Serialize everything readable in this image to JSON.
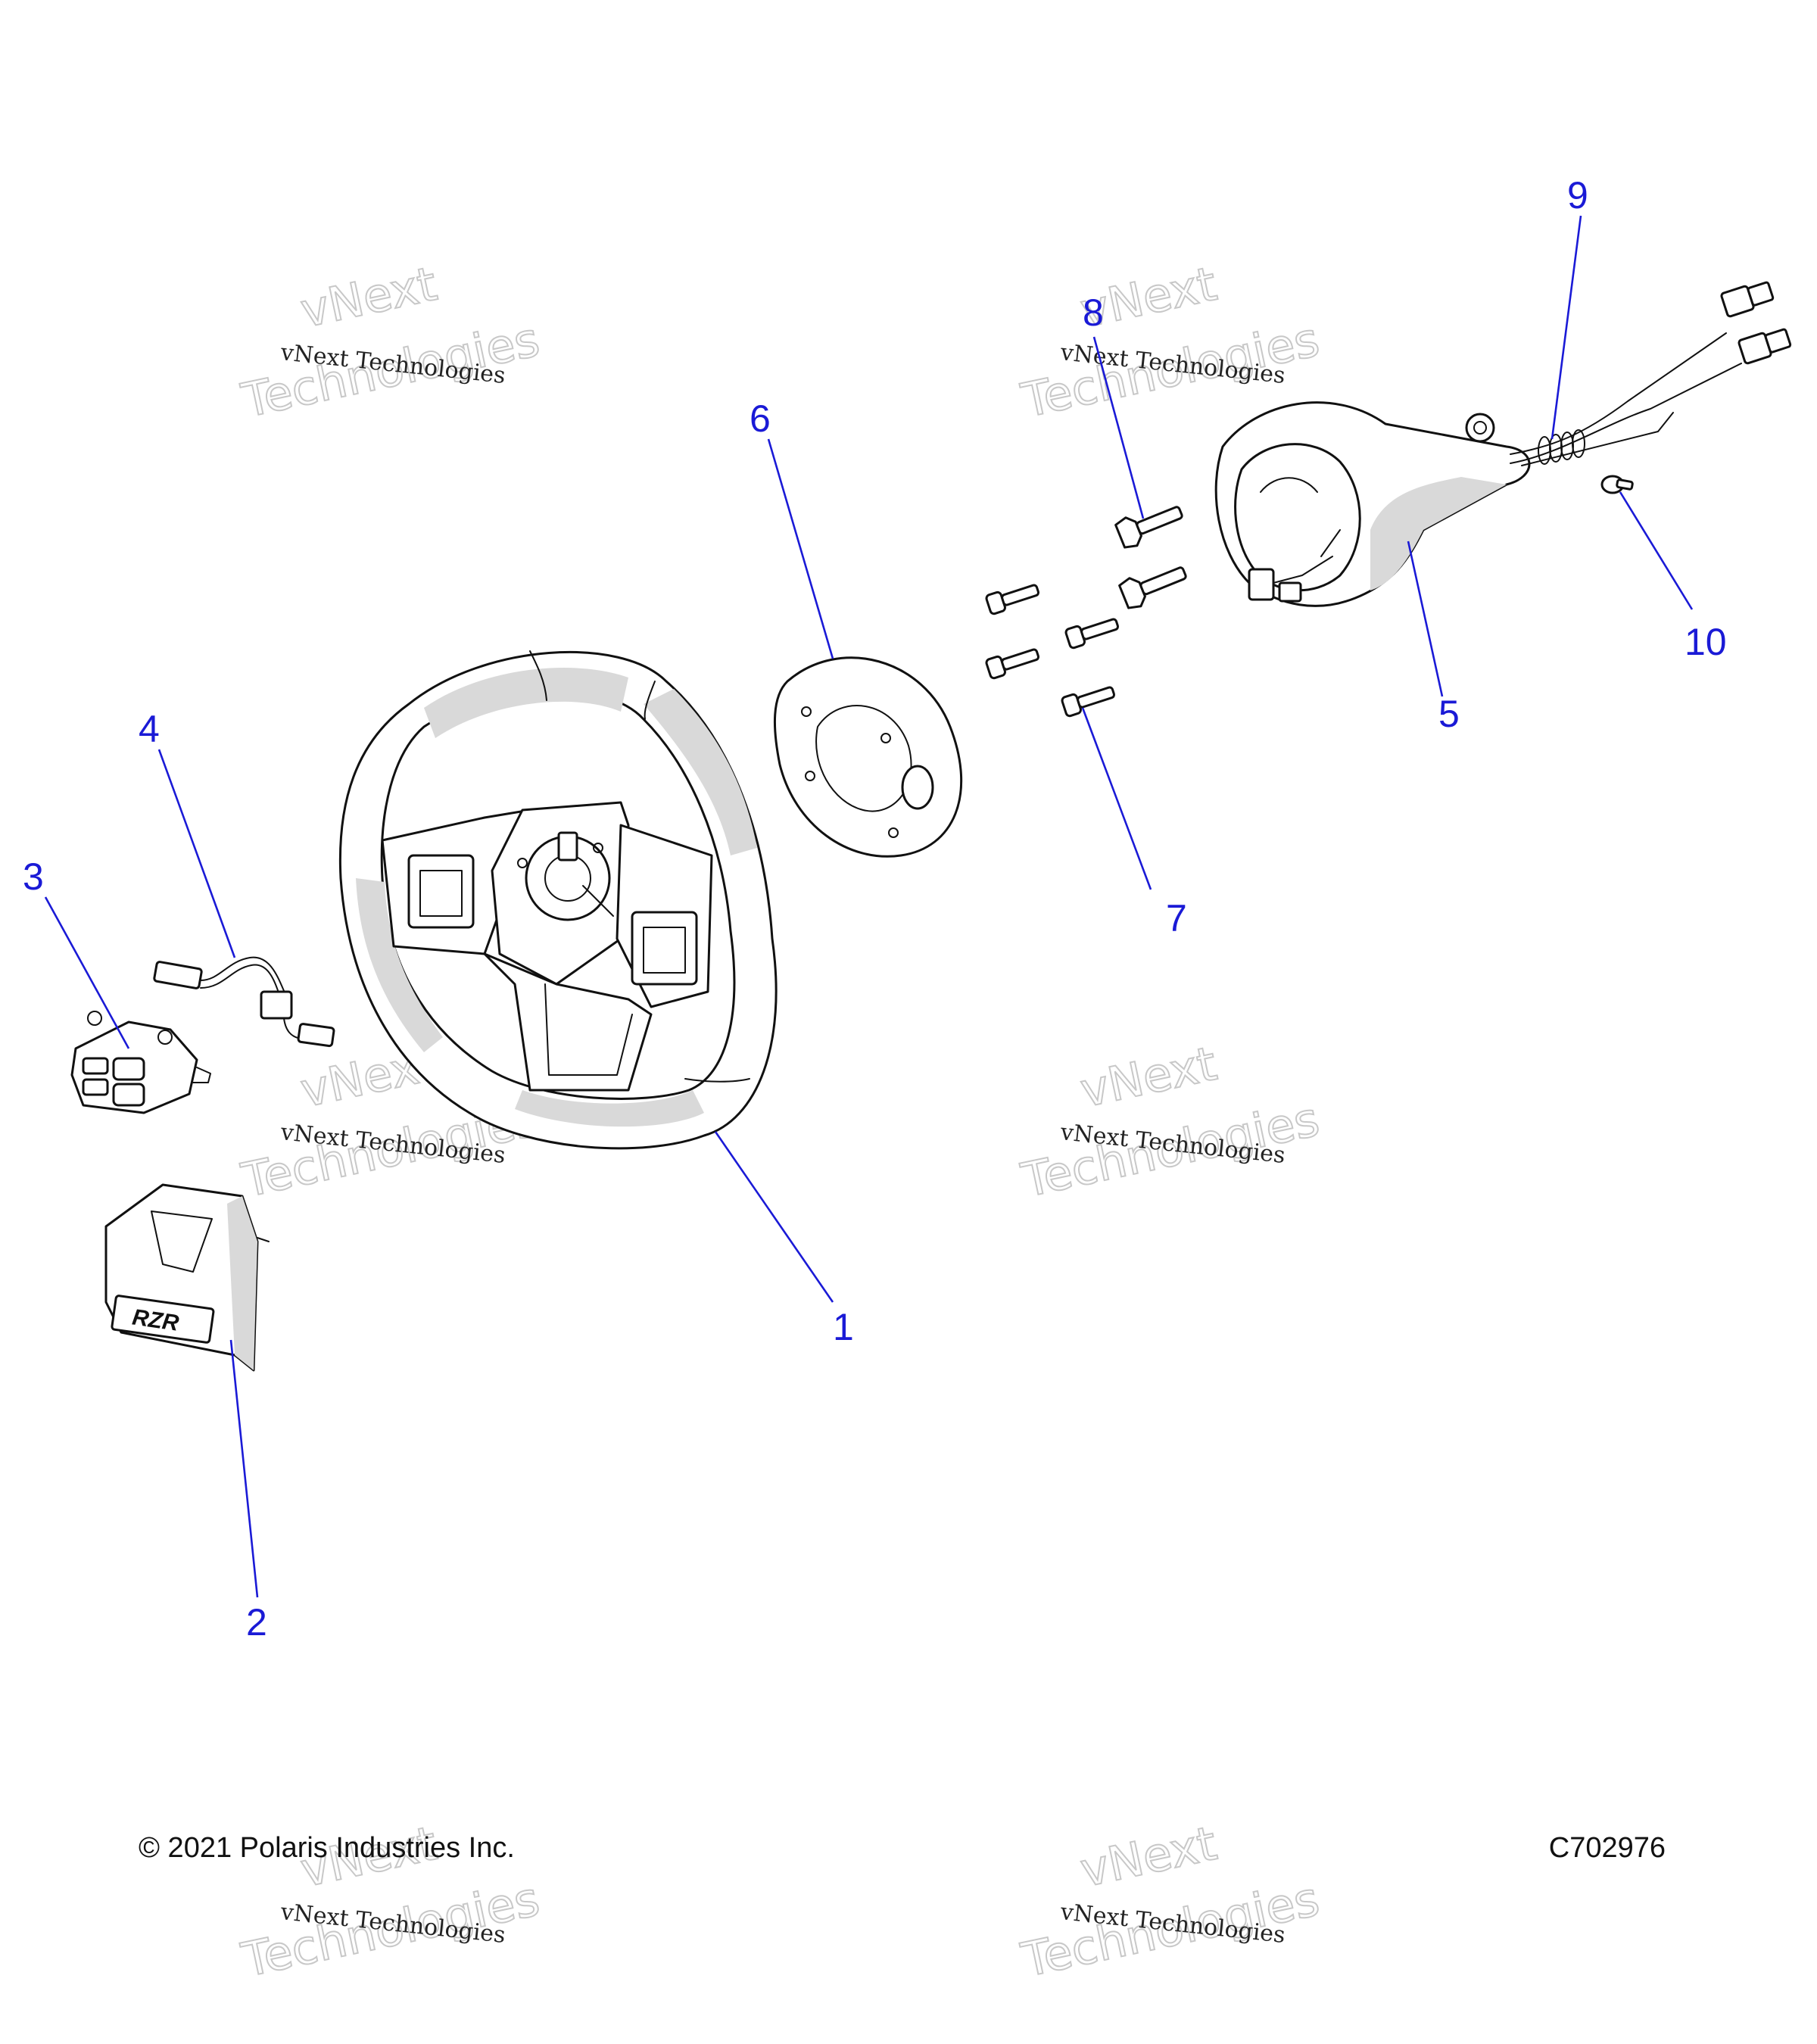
{
  "diagram": {
    "callouts": [
      "1",
      "2",
      "3",
      "4",
      "5",
      "6",
      "7",
      "8",
      "9",
      "10"
    ],
    "watermark": {
      "line1": "vNext Technologies",
      "big1": "vNext",
      "big2": "Technologies"
    },
    "wheel_logo": "RZR"
  },
  "footer": {
    "copyright": "© 2021 Polaris Industries Inc.",
    "code": "C702976"
  }
}
